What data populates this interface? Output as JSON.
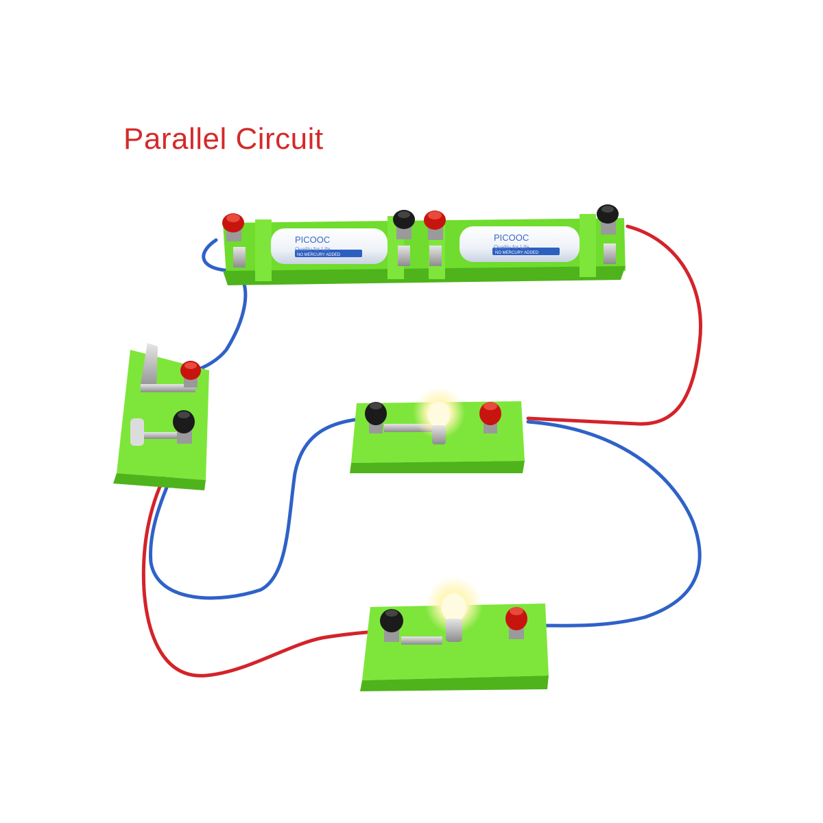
{
  "title": "Parallel Circuit",
  "battery_brand": "PICOOC",
  "battery_tagline": "Quality for Life",
  "battery_band": "NO MERCURY ADDED",
  "colors": {
    "title": "#d42a2a",
    "board": "#7ee63a",
    "board_dark": "#5cc522",
    "terminal_red": "#c8140f",
    "terminal_black": "#1b1b1b",
    "wire_red": "#d4232a",
    "wire_blue": "#2f62c8",
    "metal": "#b9b9b9",
    "bulb_glow": "#fff6b8"
  }
}
